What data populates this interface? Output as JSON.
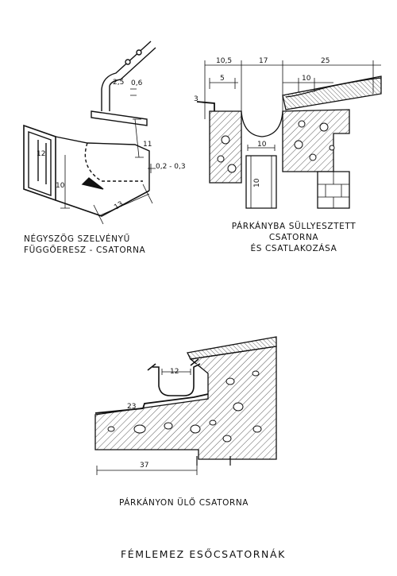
{
  "figures": {
    "box_gutter": {
      "caption_line1": "NÉGYSZÖG SZELVÉNYŰ",
      "caption_line2": "FÜGGŐERESZ - CSATORNA",
      "dims": {
        "d1": "2,5",
        "d2": "0,6",
        "d3": "11",
        "d4": "0,2 - 0,3",
        "d5": "13",
        "d6": "12",
        "d7": "10"
      }
    },
    "sunken_gutter": {
      "caption_line1": "PÁRKÁNYBA SÜLLYESZTETT CSATORNA",
      "caption_line2": "ÉS CSATLAKOZÁSA",
      "dims": {
        "d1": "10,5",
        "d2": "17",
        "d3": "25",
        "d4": "5",
        "d5": "10",
        "d6": "3",
        "d7": "10",
        "d8": "10"
      }
    },
    "cornice_gutter": {
      "caption": "PÁRKÁNYON ÜLŐ CSATORNA",
      "dims": {
        "d1": "12",
        "d2": "23",
        "d3": "37"
      }
    }
  },
  "page_title": "FÉMLEMEZ ESŐCSATORNÁK"
}
